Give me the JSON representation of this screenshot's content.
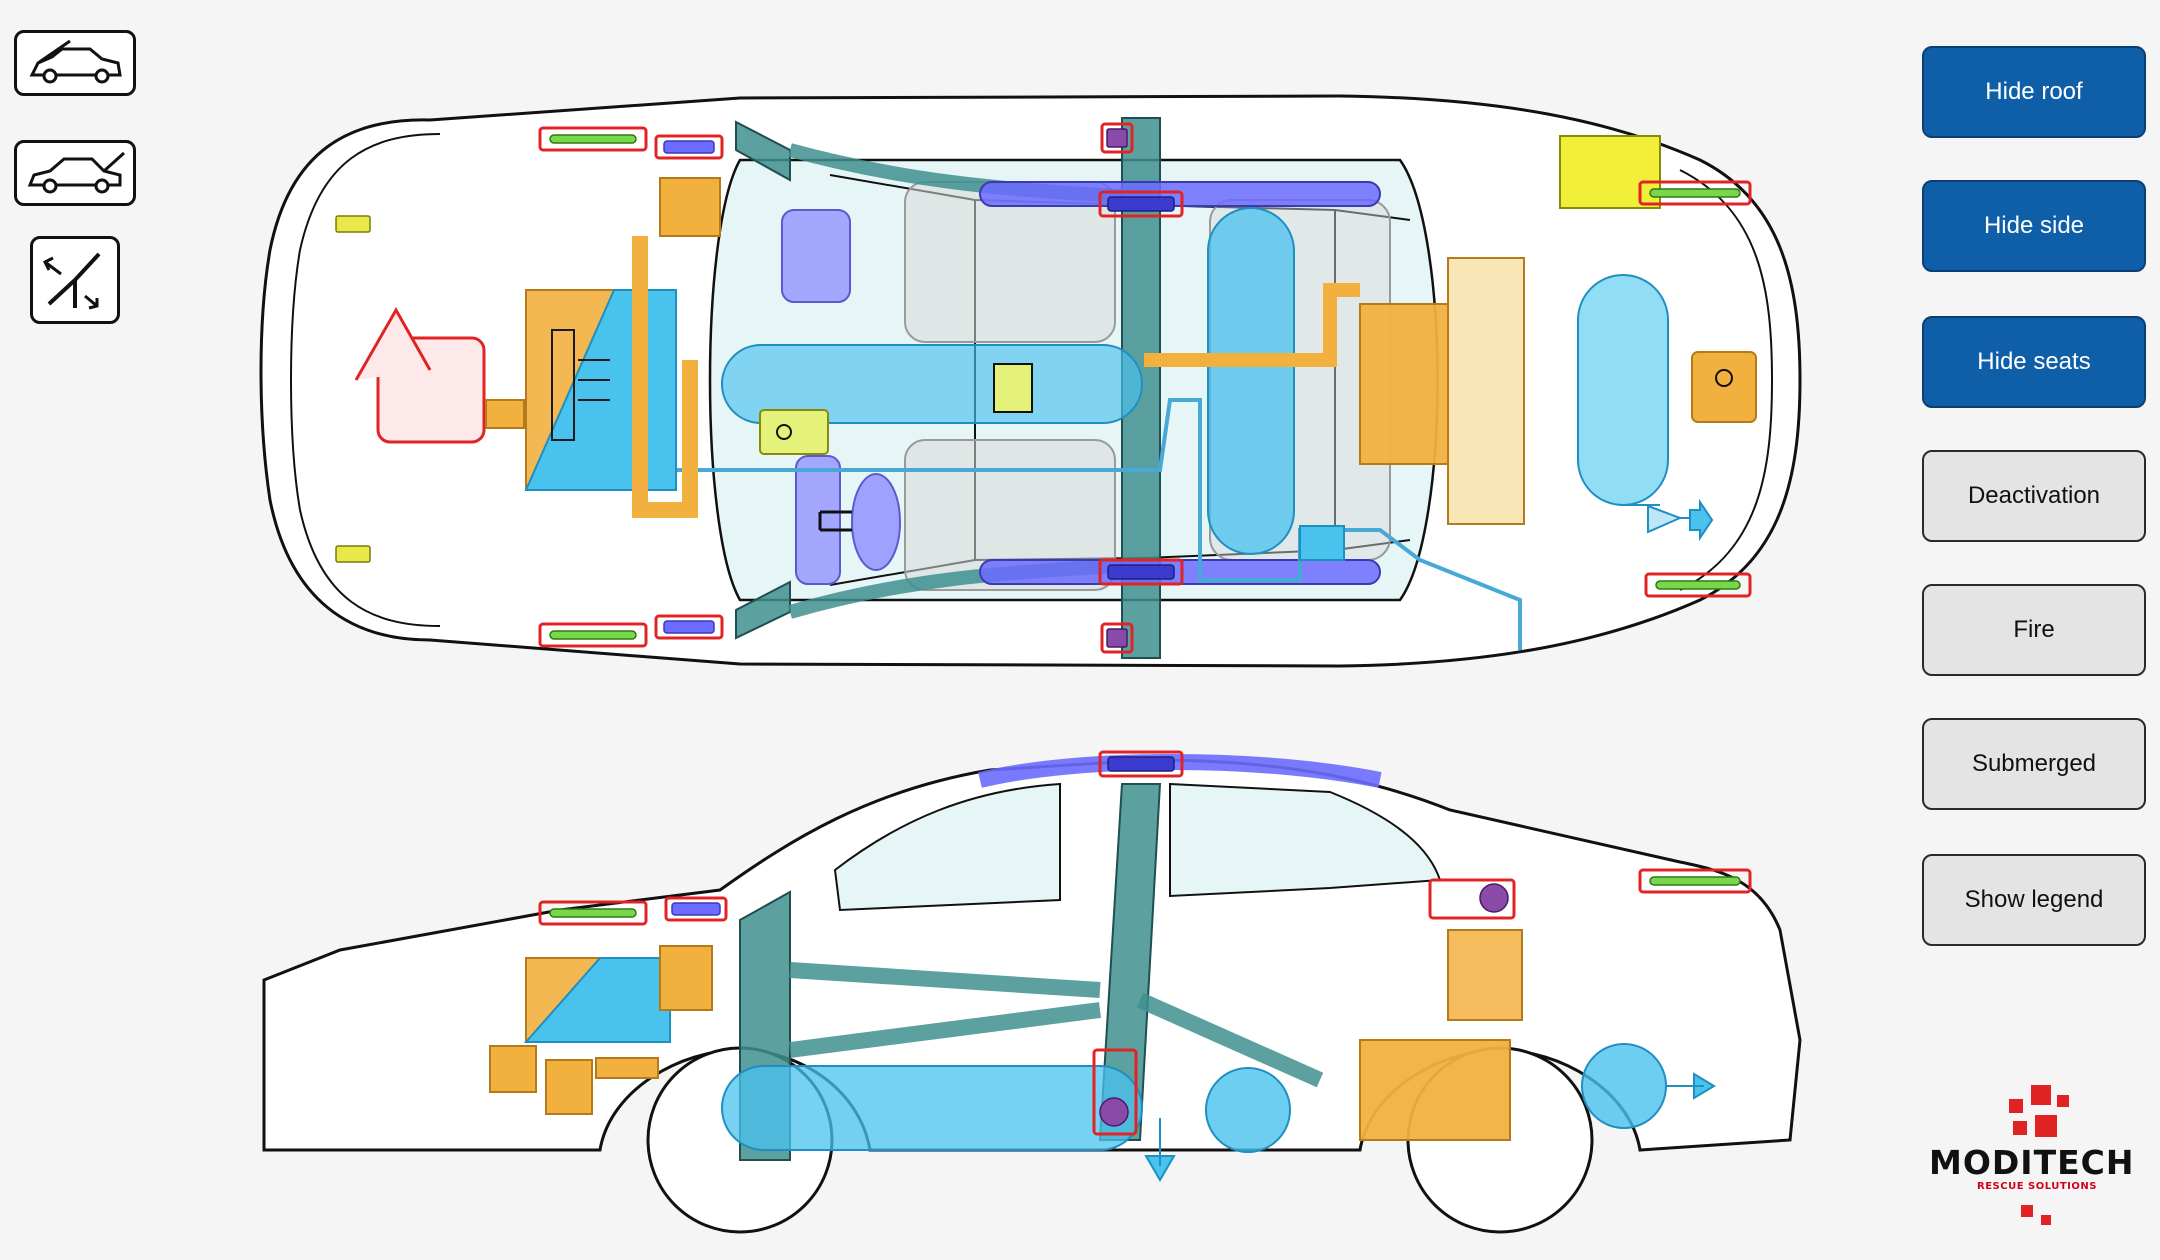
{
  "left_tools": [
    {
      "name": "car-hood-open-view-icon",
      "title": ""
    },
    {
      "name": "car-trunk-open-view-icon",
      "title": ""
    },
    {
      "name": "cut-zone-icon",
      "title": ""
    }
  ],
  "buttons": {
    "hide_roof": "Hide roof",
    "hide_side": "Hide side",
    "hide_seats": "Hide seats",
    "deactivation": "Deactivation",
    "fire": "Fire",
    "submerged": "Submerged",
    "show_legend": "Show legend"
  },
  "logo": {
    "name": "MODITECH",
    "tagline": "RESCUE SOLUTIONS"
  },
  "colors": {
    "primary_button": "#0f5ea8",
    "secondary_button": "#e4e4e4",
    "reinforcement": "#3f8f8f",
    "airbag": "#6b6bff",
    "battery": "#f2b03f",
    "hydrogen_tank": "#49c2ee",
    "gas_strut": "#7ad64a",
    "alert_red": "#e02424"
  }
}
